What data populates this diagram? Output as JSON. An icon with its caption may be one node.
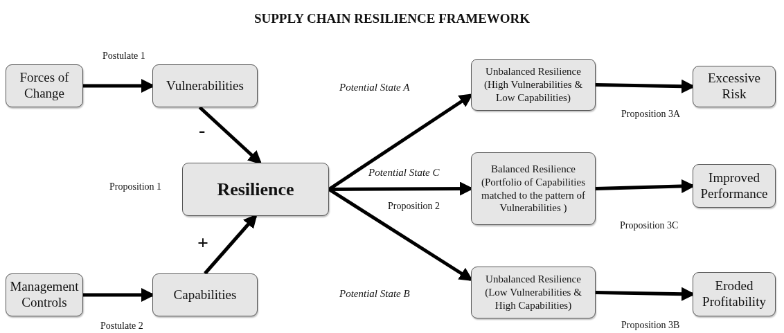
{
  "diagram": {
    "title": "SUPPLY CHAIN RESILIENCE FRAMEWORK",
    "nodes": [
      {
        "text": [
          "Forces of Change"
        ]
      },
      {
        "text": [
          "Vulnerabilities"
        ]
      },
      {
        "text": [
          "Resilience"
        ]
      },
      {
        "text": [
          "Management Controls"
        ]
      },
      {
        "text": [
          "Capabilities"
        ]
      },
      {
        "text": [
          "Unbalanced Resilience (High Vulnerabilities & Low Capabilities)"
        ]
      },
      {
        "text": [
          "Balanced Resilience (Portfolio of Capabilities matched to the pattern of Vulnerabilities )"
        ]
      },
      {
        "text": [
          "Unbalanced Resilience (Low Vulnerabilities & High Capabilities)"
        ]
      },
      {
        "text": [
          "Excessive Risk"
        ]
      },
      {
        "text": [
          "Improved Performance"
        ]
      },
      {
        "text": [
          "Eroded Profitability"
        ]
      }
    ],
    "edges": [
      {
        "from": 0,
        "to": 1,
        "arrow": "to"
      },
      {
        "from": 1,
        "to": 2,
        "arrow": "to"
      },
      {
        "from": 3,
        "to": 4,
        "arrow": "to"
      },
      {
        "from": 4,
        "to": 2,
        "arrow": "to"
      },
      {
        "from": 2,
        "to": 5,
        "arrow": "to"
      },
      {
        "from": 2,
        "to": 6,
        "arrow": "to"
      },
      {
        "from": 2,
        "to": 7,
        "arrow": "to"
      },
      {
        "from": 5,
        "to": 8,
        "arrow": "to"
      },
      {
        "from": 6,
        "to": 9,
        "arrow": "to"
      },
      {
        "from": 7,
        "to": 10,
        "arrow": "to"
      }
    ],
    "labels": [
      "Postulate 1",
      "Potential State A",
      "Proposition 3A",
      "-",
      "Proposition 1",
      "Potential State C",
      "Proposition 2",
      "Proposition 3C",
      "+",
      "Potential State B",
      "Proposition 3B",
      "Postulate 2"
    ]
  }
}
